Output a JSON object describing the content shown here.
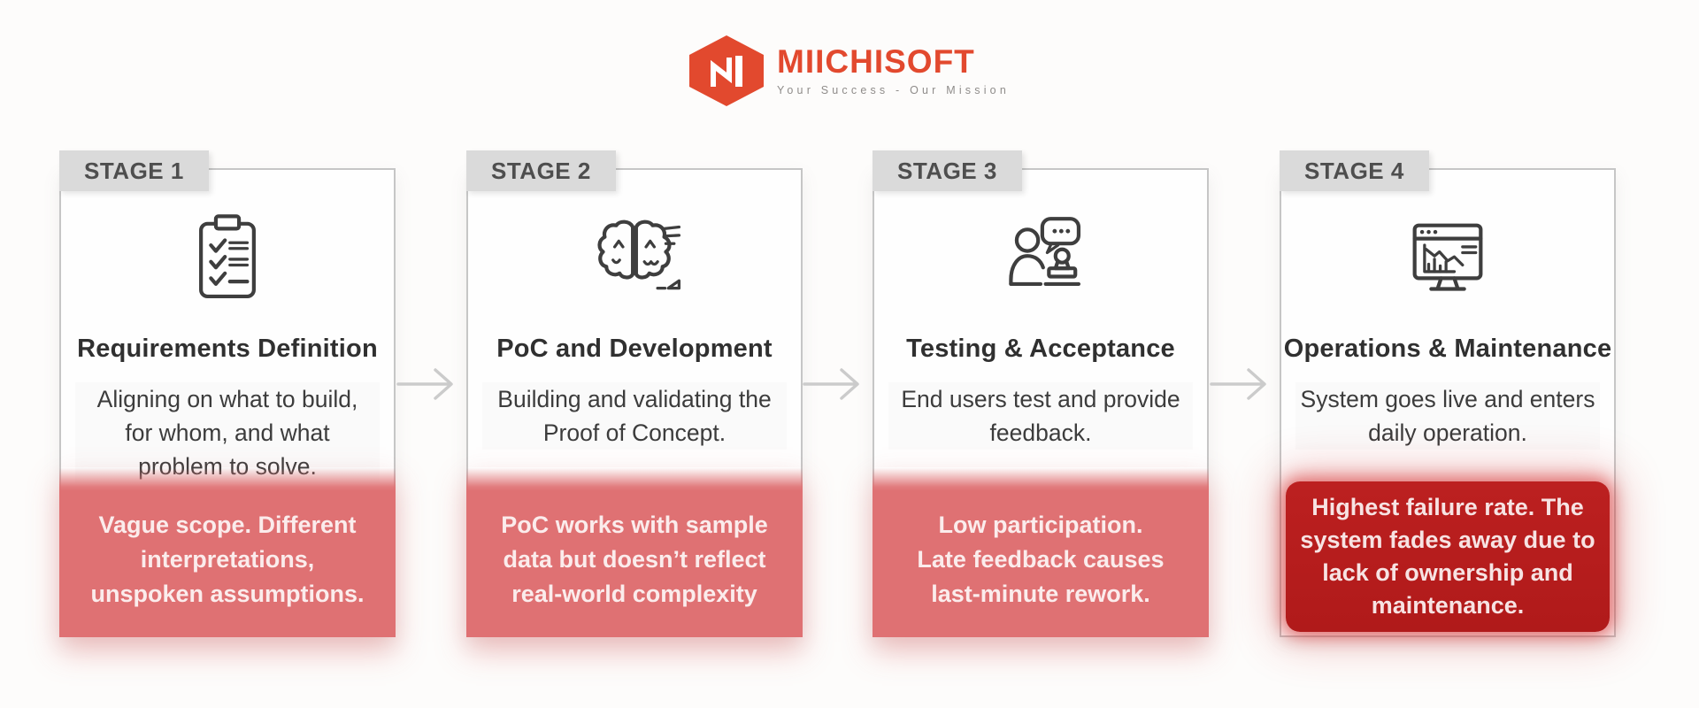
{
  "logo": {
    "brand": "MIICHISOFT",
    "tagline": "Your Success - Our Mission",
    "brand_color": "#e2492e",
    "mark": "hexagon-m-logo"
  },
  "colors": {
    "stage_label_bg": "#dadada",
    "stage_label_text": "#4e4e4e",
    "card_border": "#c6c6c6",
    "risk_band_red": "#df7173",
    "risk_critical_red": "#b71d1d",
    "risk_text": "#fbecec",
    "arrow_gray": "#cbcbcb"
  },
  "stages": [
    {
      "label": "STAGE 1",
      "icon": "clipboard-checklist-icon",
      "title": "Requirements Definition",
      "description": "Aligning on what to build,\nfor whom, and what\nproblem to solve.",
      "risk": "Vague scope. Different\ninterpretations,\nunspoken assumptions.",
      "risk_level": "normal"
    },
    {
      "label": "STAGE 2",
      "icon": "brain-development-icon",
      "title": "PoC and Development",
      "description": "Building and validating the\nProof of Concept.",
      "risk": "PoC works with sample\ndata but doesn’t reflect\nreal-world complexity",
      "risk_level": "normal"
    },
    {
      "label": "STAGE 3",
      "icon": "user-feedback-stamp-icon",
      "title": "Testing & Acceptance",
      "description": "End users test and provide\nfeedback.",
      "risk": "Low participation.\nLate feedback causes\nlast-minute rework.",
      "risk_level": "normal"
    },
    {
      "label": "STAGE 4",
      "icon": "monitor-decline-chart-icon",
      "title": "Operations & Maintenance",
      "description": "System goes live and enters\ndaily operation.",
      "risk": "Highest failure rate. The\nsystem fades away due to\nlack of ownership and\nmaintenance.",
      "risk_level": "critical"
    }
  ]
}
